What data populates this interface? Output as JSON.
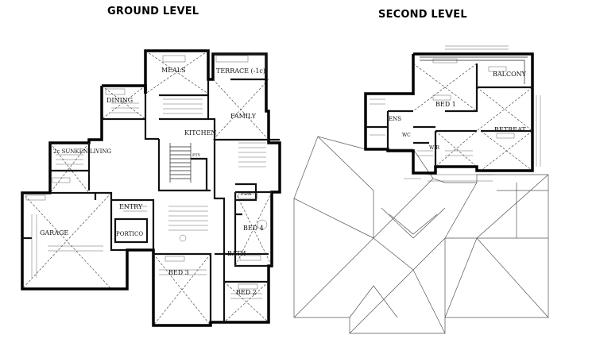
{
  "titles": {
    "ground": "GROUND LEVEL",
    "second": "SECOND LEVEL"
  },
  "ground_rooms": {
    "meals": "MEALS",
    "terrace": "TERRACE (-1c)",
    "dining": "DINING",
    "family": "FAMILY",
    "kitchen": "KITCHEN",
    "sunken_living": "2c SUNKEN LIVING",
    "garage": "GARAGE",
    "entry": "ENTRY",
    "portico": "PORTICO",
    "bed4": "BED 4",
    "bed3": "BED 3",
    "bed2": "BED 2",
    "bath": "BATH",
    "pdr": "PDR",
    "pty": "PTY"
  },
  "second_rooms": {
    "balcony": "BALCONY",
    "bed1": "BED 1",
    "ens": "ENS",
    "retreat": "RETREAT",
    "wir": "WIR",
    "wc": "WC"
  },
  "colors": {
    "ink": "#111111",
    "paper": "#ffffff"
  }
}
